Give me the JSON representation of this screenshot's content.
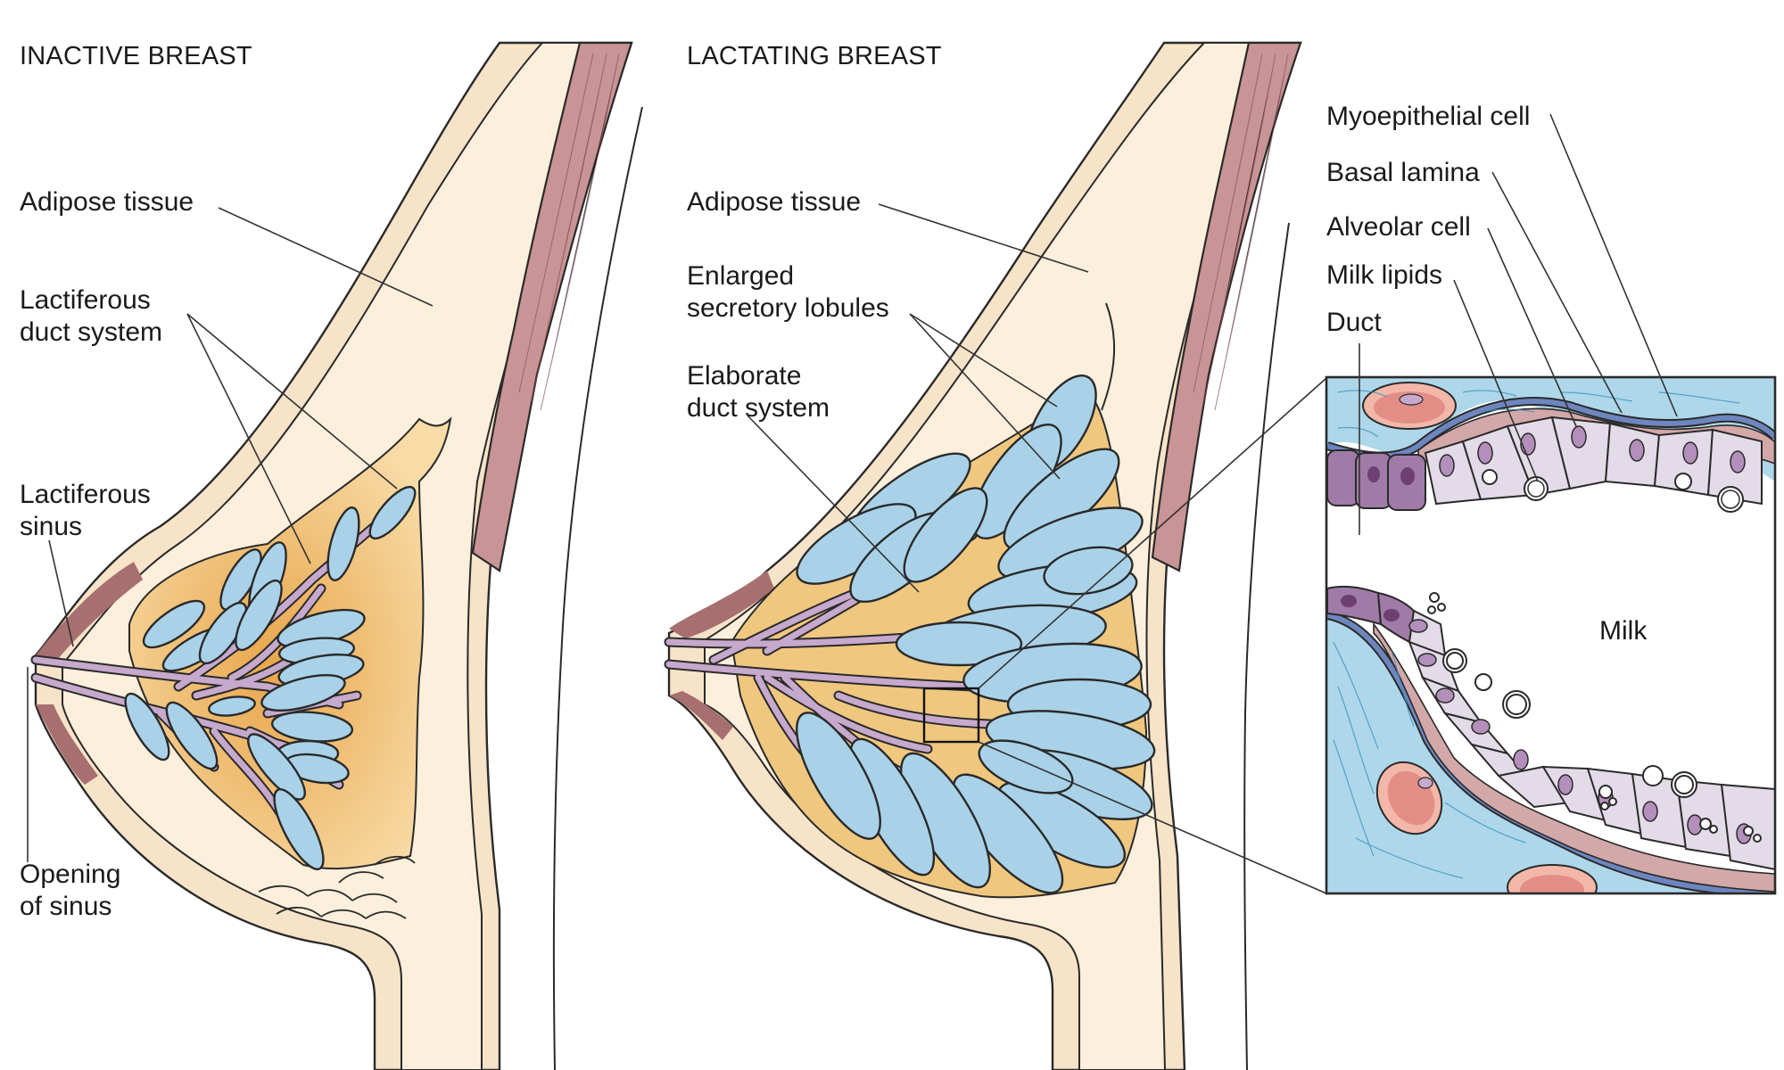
{
  "figure": {
    "panels": [
      {
        "id": "inactive",
        "title": "INACTIVE BREAST",
        "labels": [
          {
            "lines": [
              "Adipose tissue"
            ]
          },
          {
            "lines": [
              "Lactiferous",
              "duct system"
            ]
          },
          {
            "lines": [
              "Lactiferous",
              "sinus"
            ]
          },
          {
            "lines": [
              "Opening",
              "of sinus"
            ]
          }
        ]
      },
      {
        "id": "lactating",
        "title": "LACTATING BREAST",
        "labels": [
          {
            "lines": [
              "Adipose tissue"
            ]
          },
          {
            "lines": [
              "Enlarged",
              "secretory lobules"
            ]
          },
          {
            "lines": [
              "Elaborate",
              "duct system"
            ]
          }
        ]
      }
    ],
    "inset": {
      "labels": [
        "Myoepithelial cell",
        "Basal lamina",
        "Alveolar cell",
        "Milk lipids",
        "Duct"
      ],
      "lumen_label": "Milk"
    },
    "colors": {
      "skin": "#f7e3c8",
      "adipose": "#fcefdc",
      "glandular": "#f0c77f",
      "muscle": "#c99495",
      "lobule": "#a9d2e8",
      "duct": "#c6a9cc",
      "connective": "#aed7ea",
      "alveolar_cell": "#e3dbe8",
      "myoepithelial": "#d3a8a8",
      "basal_lamina": "#6e86bf",
      "duct_cell": "#a07ba7",
      "vessel": "#e28e86"
    }
  }
}
